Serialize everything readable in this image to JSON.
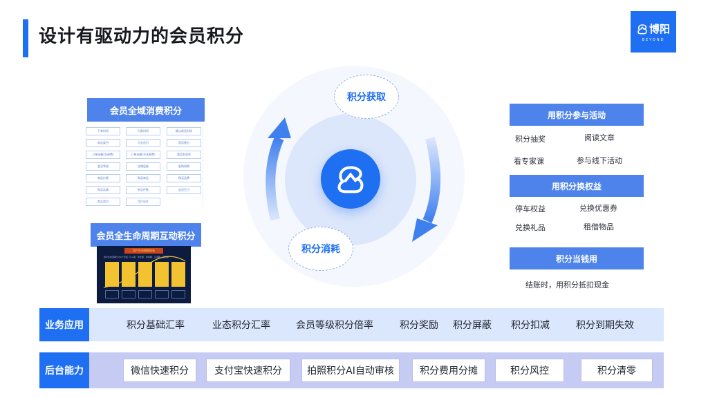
{
  "header": {
    "title": "设计有驱动力的会员积分",
    "logo_name": "博阳",
    "logo_sub": "BEYOND",
    "logo_icon": "beyond-logo-icon"
  },
  "colors": {
    "primary": "#1f6ff2",
    "panel_header": "#4d83eb",
    "row_business": "#dbe7fc",
    "row_backend": "#c5cbf2"
  },
  "left": {
    "consumption_title": "会员全域消费积分",
    "consumption_chips": [
      "下单时间",
      "付款时间",
      "确认收货时间",
      "商品类目",
      "月全员日",
      "是否售后",
      "订单金额(含邮费)",
      "订单金额(不含邮费)",
      "商品利润率",
      "会员等级",
      "店铺层级",
      "复购周期",
      "商品价格",
      "购买商品",
      "购买品牌",
      "购买店铺",
      "购买件数",
      "会员生日",
      "商品类目",
      "用户出生"
    ],
    "lifecycle_title": "会员全生命周期互动积分",
    "lifecycle_image_header": "用户生命周期体系",
    "lifecycle_image_caption": "用户生命周期分为6个阶段: 引入期、成长期、成熟期、衰退期、流失期"
  },
  "center": {
    "core_icon": "beyond-logo-icon",
    "acquire_label": "积分获取",
    "consume_label": "积分消耗",
    "arrow_left_icon": "cycle-arrow-up-icon",
    "arrow_right_icon": "cycle-arrow-down-icon"
  },
  "right": {
    "activity_title": "用积分参与活动",
    "activity_items": [
      "积分抽奖",
      "阅读文章",
      "看专家课",
      "参与线下活动"
    ],
    "rights_title": "用积分换权益",
    "rights_items": [
      "停车权益",
      "兑换优惠券",
      "兑换礼品",
      "租借物品"
    ],
    "cash_title": "积分当钱用",
    "cash_text": "结账时，用积分抵扣现金"
  },
  "business": {
    "label": "业务应用",
    "items": [
      "积分基础汇率",
      "业态积分汇率",
      "会员等级积分倍率",
      "积分奖励",
      "积分屏蔽",
      "积分扣减",
      "积分到期失效"
    ]
  },
  "backend": {
    "label": "后台能力",
    "items": [
      "微信快速积分",
      "支付宝快速积分",
      "拍照积分AI自动审核",
      "积分费用分摊",
      "积分风控",
      "积分清零"
    ]
  }
}
